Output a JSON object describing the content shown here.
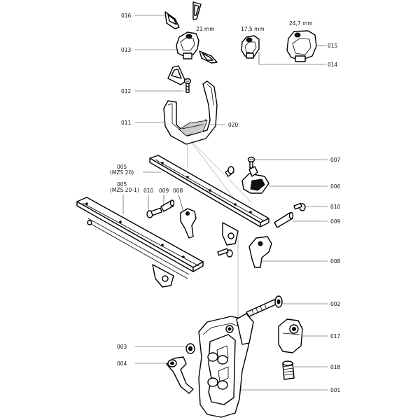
{
  "callouts": {
    "c016": "016",
    "c013": "013",
    "c012": "012",
    "c011": "011",
    "c020": "020",
    "c014": "014",
    "c015": "015",
    "c005a": "005",
    "c005a_sub": "(MZS 20)",
    "c005b": "005",
    "c005b_sub": "(MZS 20-1)",
    "c010a": "010",
    "c009a": "009",
    "c008a": "008",
    "c007": "007",
    "c006": "006",
    "c010b": "010",
    "c009b": "009",
    "c008b": "008",
    "c002": "002",
    "c017": "017",
    "c003": "003",
    "c004": "004",
    "c018": "018",
    "c001": "001"
  },
  "dimensions": {
    "d21": "21 mm",
    "d17": "17,5 mm",
    "d24": "24,7 mm"
  }
}
